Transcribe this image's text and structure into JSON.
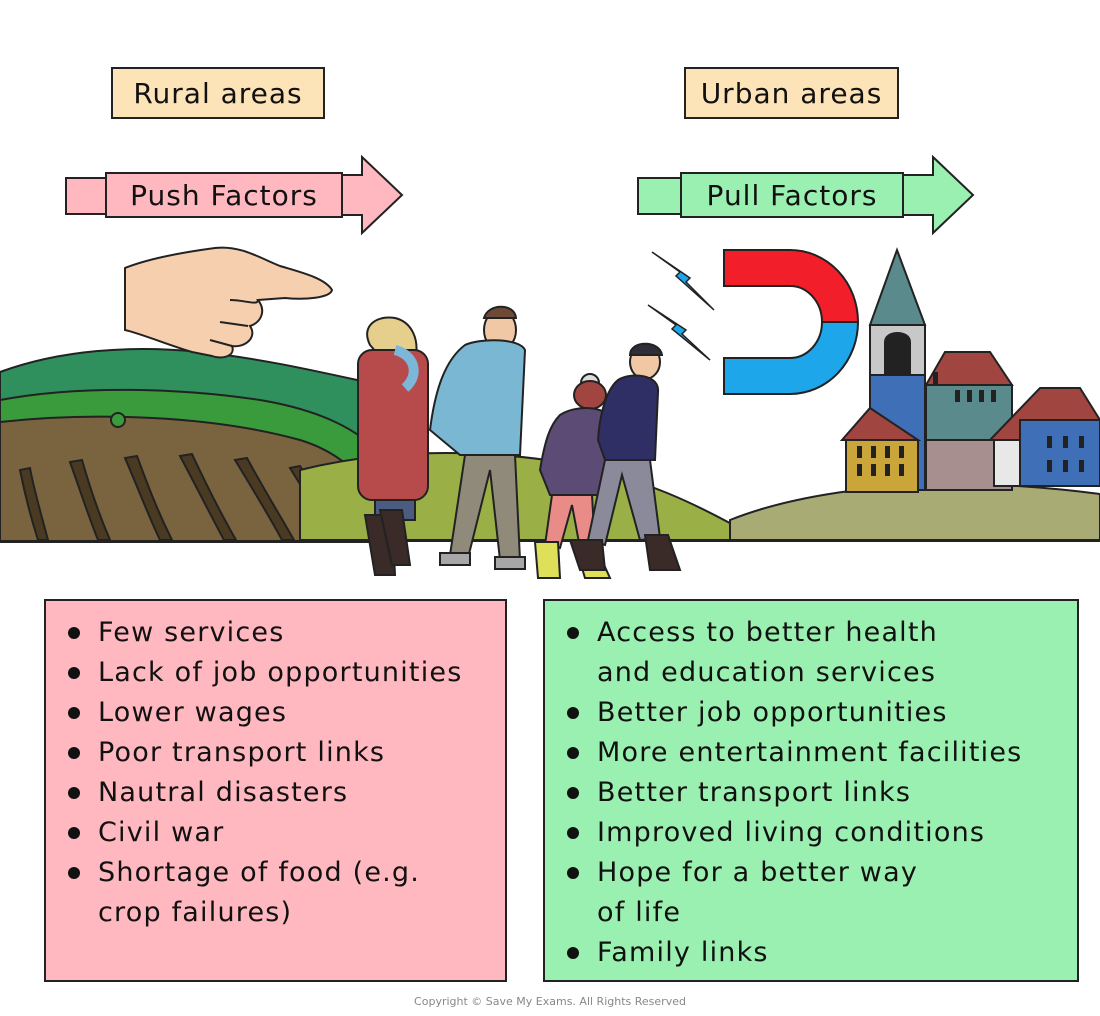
{
  "labels": {
    "rural": "Rural areas",
    "urban": "Urban areas",
    "push": "Push Factors",
    "pull": "Pull Factors"
  },
  "push_factors": [
    "Few services",
    "Lack of job opportunities",
    "Lower wages",
    "Poor transport links",
    "Nautral disasters",
    "Civil war",
    "Shortage of food (e.g.\ncrop failures)"
  ],
  "pull_factors": [
    "Access to better health\nand education services",
    "Better job opportunities",
    "More entertainment facilities",
    "Better transport links",
    "Improved living conditions",
    "Hope for a better way\nof life",
    "Family links"
  ],
  "copyright": "Copyright © Save My Exams. All Rights Reserved",
  "icons": [
    "pointing-hand-icon",
    "magnet-icon",
    "lightning-icon",
    "church-icon"
  ],
  "colors": {
    "label_bg": "#fde3b8",
    "push_arrow": "#ffb7c0",
    "pull_arrow": "#9af0b0",
    "push_box": "#ffb7c0",
    "pull_box": "#9af0b0",
    "magnet_red": "#f21f2a",
    "magnet_blue": "#1ea6ea"
  }
}
